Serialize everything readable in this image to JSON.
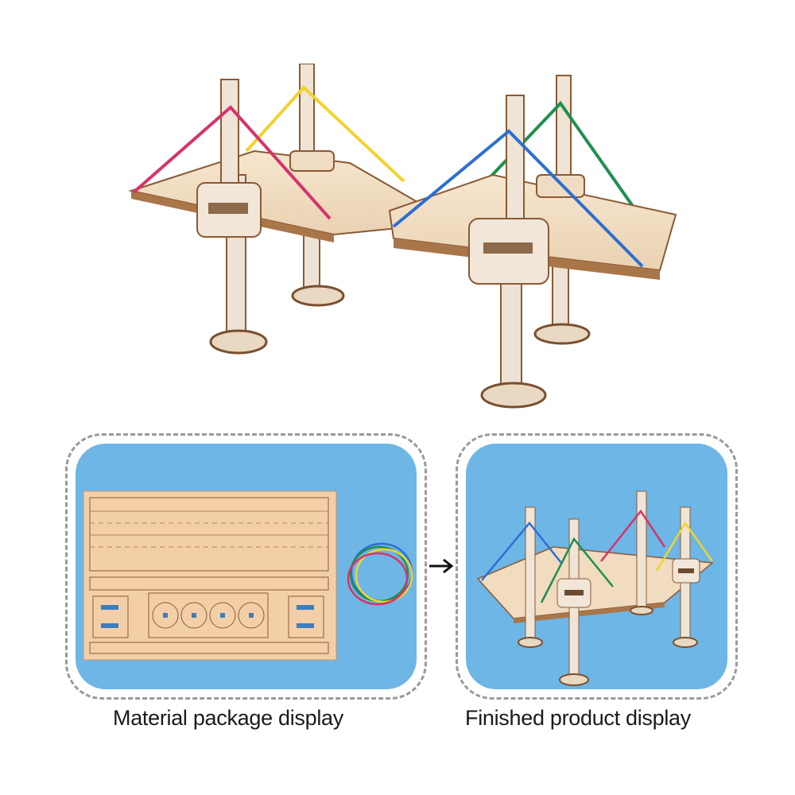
{
  "hero": {
    "subject": "Wooden cable-stayed bridge model (assembled)",
    "rubber_band_colors": {
      "red": "#d6336c",
      "yellow": "#f2d22e",
      "blue": "#2c6fd1",
      "green": "#1f8f4e"
    }
  },
  "panels": [
    {
      "id": "material",
      "caption": "Material package display",
      "background": "#6db6e6",
      "content": "Laser-cut plywood sheet with 4 rubber bands (blue, green, yellow, red)"
    },
    {
      "id": "finished",
      "caption": "Finished product display",
      "background": "#6db6e6",
      "content": "Assembled wooden bridge with colored rubber-band cables"
    }
  ],
  "arrow": {
    "icon": "arrow-right-icon"
  },
  "colors": {
    "wood_light": "#f1dcc0",
    "wood_edge": "#8a5a34",
    "dash_border": "#9a9a9a",
    "panel_blue": "#6db6e6",
    "text": "#1a1a1a"
  }
}
